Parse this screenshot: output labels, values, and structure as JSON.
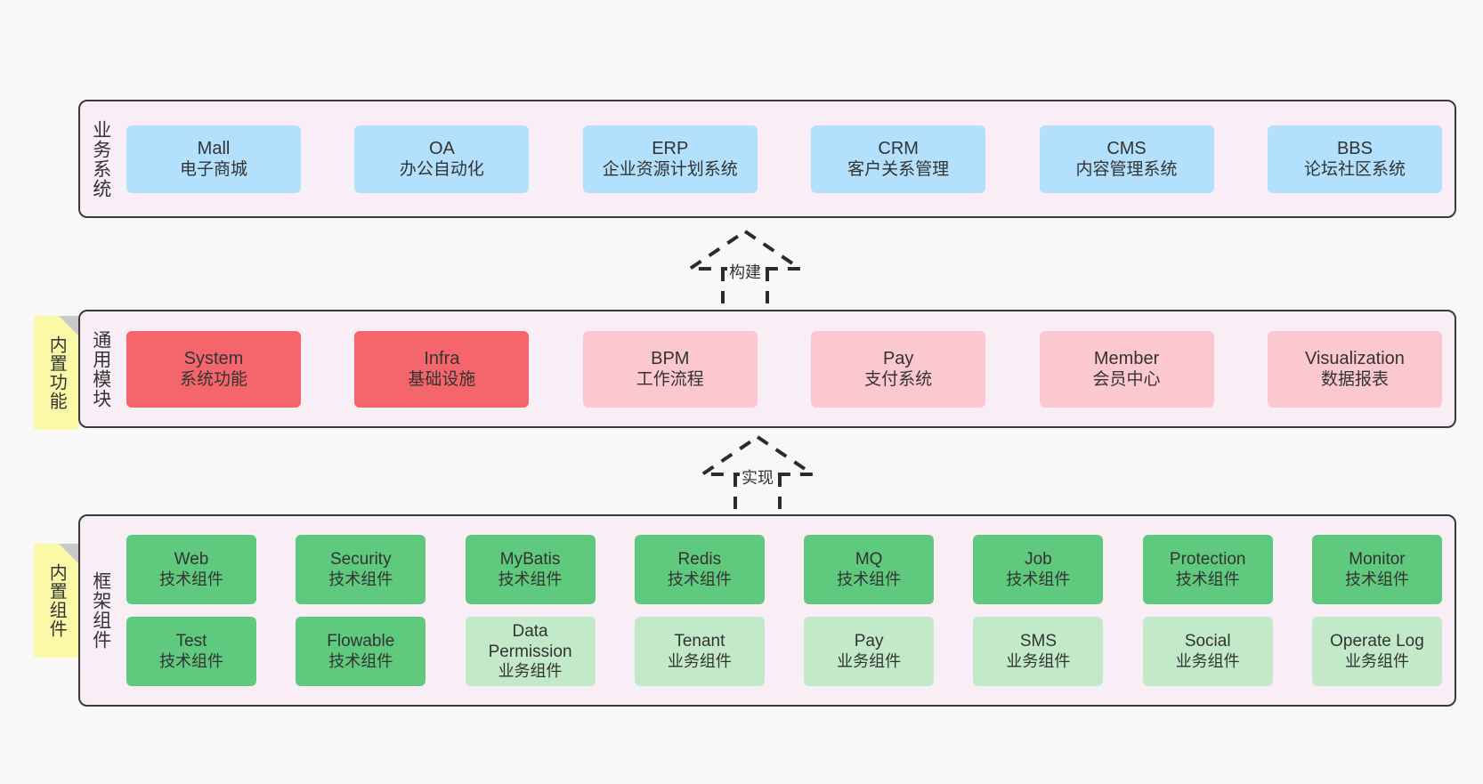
{
  "diagram": {
    "background_color": "#f8f8f8",
    "layer_fill": "#faeef6",
    "layer_border": "#3a3a3a"
  },
  "layers": [
    {
      "id": "business",
      "label": "业务系统",
      "card_color": "#b3e0fc",
      "rows": [
        [
          {
            "en": "Mall",
            "cn": "电子商城"
          },
          {
            "en": "OA",
            "cn": "办公自动化"
          },
          {
            "en": "ERP",
            "cn": "企业资源计划系统"
          },
          {
            "en": "CRM",
            "cn": "客户关系管理"
          },
          {
            "en": "CMS",
            "cn": "内容管理系统"
          },
          {
            "en": "BBS",
            "cn": "论坛社区系统"
          }
        ]
      ]
    },
    {
      "id": "modules",
      "label": "通用模块",
      "sticky": "内置功能",
      "card_color_strong": "#f4666c",
      "card_color_soft": "#fbc8cf",
      "rows": [
        [
          {
            "en": "System",
            "cn": "系统功能"
          },
          {
            "en": "Infra",
            "cn": "基础设施"
          },
          {
            "en": "BPM",
            "cn": "工作流程"
          },
          {
            "en": "Pay",
            "cn": "支付系统"
          },
          {
            "en": "Member",
            "cn": "会员中心"
          },
          {
            "en": "Visualization",
            "cn": "数据报表"
          }
        ]
      ]
    },
    {
      "id": "framework",
      "label": "框架组件",
      "sticky": "内置组件",
      "card_color_strong": "#5fc97e",
      "card_color_soft": "#c2eac9",
      "rows": [
        [
          {
            "en": "Web",
            "cn": "技术组件"
          },
          {
            "en": "Security",
            "cn": "技术组件"
          },
          {
            "en": "MyBatis",
            "cn": "技术组件"
          },
          {
            "en": "Redis",
            "cn": "技术组件"
          },
          {
            "en": "MQ",
            "cn": "技术组件"
          },
          {
            "en": "Job",
            "cn": "技术组件"
          },
          {
            "en": "Protection",
            "cn": "技术组件"
          },
          {
            "en": "Monitor",
            "cn": "技术组件"
          }
        ],
        [
          {
            "en": "Test",
            "cn": "技术组件"
          },
          {
            "en": "Flowable",
            "cn": "技术组件"
          },
          {
            "en": "Data Permission",
            "cn": "业务组件"
          },
          {
            "en": "Tenant",
            "cn": "业务组件"
          },
          {
            "en": "Pay",
            "cn": "业务组件"
          },
          {
            "en": "SMS",
            "cn": "业务组件"
          },
          {
            "en": "Social",
            "cn": "业务组件"
          },
          {
            "en": "Operate Log",
            "cn": "业务组件"
          }
        ]
      ]
    }
  ],
  "connectors": [
    {
      "id": "build",
      "label": "构建"
    },
    {
      "id": "impl",
      "label": "实现"
    }
  ]
}
